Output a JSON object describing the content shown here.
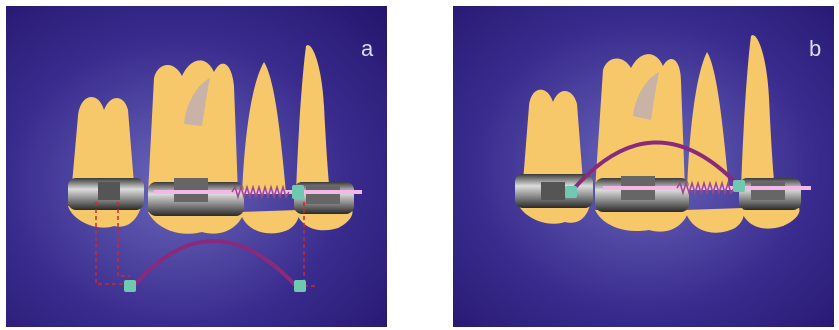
{
  "panels": [
    {
      "id": "a",
      "label": "a"
    },
    {
      "id": "b",
      "label": "b"
    }
  ],
  "colors": {
    "background_dark": "#24166a",
    "background_light": "#7a78c8",
    "tooth": "#f7c86a",
    "root_canal": "#c9b3a6",
    "band_dark": "#2a2a2a",
    "band_light": "#e8e8e8",
    "archwire": "#f4b8e6",
    "elastic_arc": "#8a2a7c",
    "dashed_guide": "#d0262c",
    "attachment": "#6fc9b0",
    "panel_label": "#d8dcf4"
  }
}
